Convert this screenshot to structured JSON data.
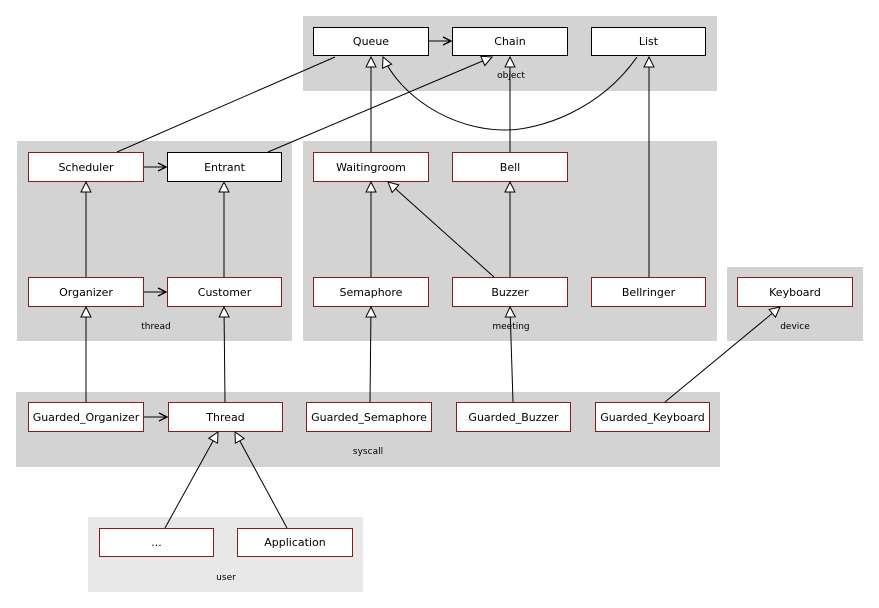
{
  "packages": {
    "object": "object",
    "thread": "thread",
    "meeting": "meeting",
    "device": "device",
    "syscall": "syscall",
    "user": "user"
  },
  "classes": {
    "queue": "Queue",
    "chain": "Chain",
    "list": "List",
    "scheduler": "Scheduler",
    "entrant": "Entrant",
    "waitingroom": "Waitingroom",
    "bell": "Bell",
    "organizer": "Organizer",
    "customer": "Customer",
    "semaphore": "Semaphore",
    "buzzer": "Buzzer",
    "bellringer": "Bellringer",
    "keyboard": "Keyboard",
    "guarded_organizer": "Guarded_Organizer",
    "thread": "Thread",
    "guarded_semaphore": "Guarded_Semaphore",
    "guarded_buzzer": "Guarded_Buzzer",
    "guarded_keyboard": "Guarded_Keyboard",
    "ellipsis": "...",
    "application": "Application"
  }
}
